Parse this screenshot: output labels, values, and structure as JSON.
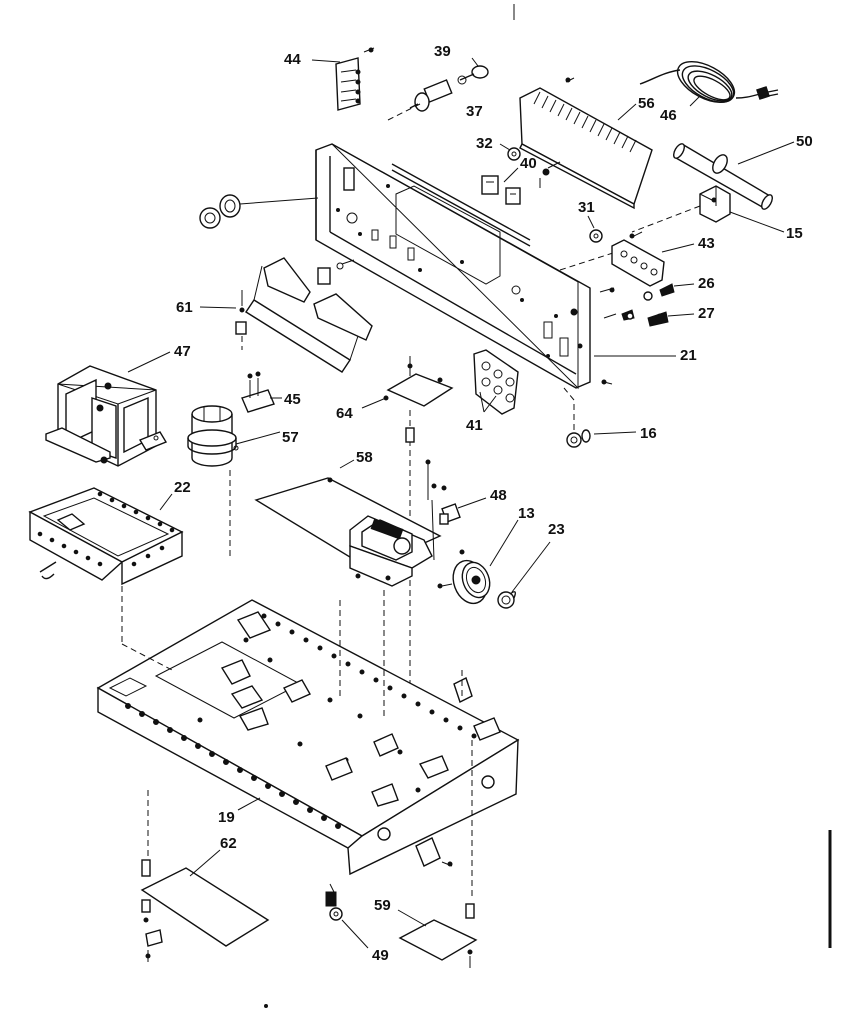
{
  "labels": {
    "p44": "44",
    "p39": "39",
    "p37": "37",
    "p56": "56",
    "p46": "46",
    "p32": "32",
    "p40": "40",
    "p50": "50",
    "p31": "31",
    "p15": "15",
    "p43": "43",
    "p26": "26",
    "p27": "27",
    "p61": "61",
    "p21": "21",
    "p47": "47",
    "p45": "45",
    "p64": "64",
    "p41": "41",
    "p16": "16",
    "p57": "57",
    "p58": "58",
    "p22": "22",
    "p48": "48",
    "p13": "13",
    "p23": "23",
    "p19": "19",
    "p62": "62",
    "p59": "59",
    "p49": "49"
  }
}
